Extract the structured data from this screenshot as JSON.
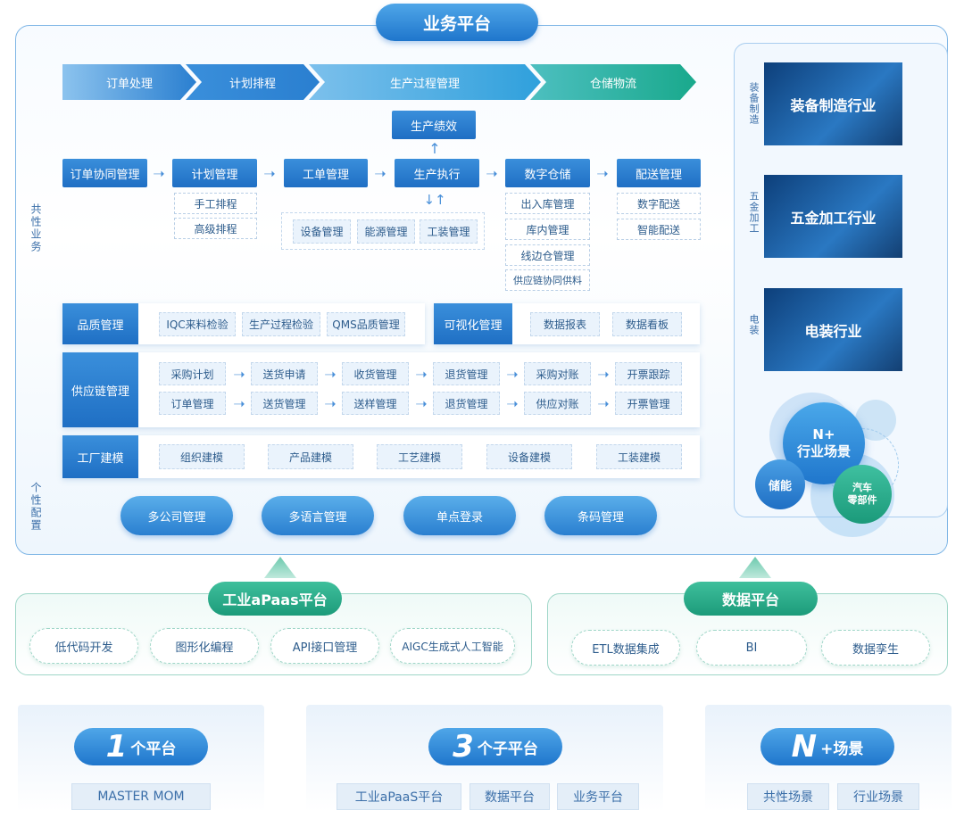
{
  "title": "业务平台",
  "flow_steps": [
    "订单处理",
    "计划排程",
    "生产过程管理",
    "仓储物流"
  ],
  "performance": "生产绩效",
  "main_chain": [
    "订单协同管理",
    "计划管理",
    "工单管理",
    "生产执行",
    "数字仓储",
    "配送管理"
  ],
  "plan_subs": [
    "手工排程",
    "高级排程"
  ],
  "exec_subs": [
    "设备管理",
    "能源管理",
    "工装管理"
  ],
  "warehouse_subs": [
    "出入库管理",
    "库内管理",
    "线边仓管理",
    "供应链协同供料"
  ],
  "delivery_subs": [
    "数字配送",
    "智能配送"
  ],
  "side_labels": {
    "common": "共性业务",
    "personal": "个性配置"
  },
  "quality": {
    "label": "品质管理",
    "items": [
      "IQC来料检验",
      "生产过程检验",
      "QMS品质管理"
    ]
  },
  "visual": {
    "label": "可视化管理",
    "items": [
      "数据报表",
      "数据看板"
    ]
  },
  "supply": {
    "label": "供应链管理",
    "row1": [
      "采购计划",
      "送货申请",
      "收货管理",
      "退货管理",
      "采购对账",
      "开票跟踪"
    ],
    "row2": [
      "订单管理",
      "送货管理",
      "送样管理",
      "退货管理",
      "供应对账",
      "开票管理"
    ]
  },
  "modeling": {
    "label": "工厂建模",
    "items": [
      "组织建模",
      "产品建模",
      "工艺建模",
      "设备建模",
      "工装建模"
    ]
  },
  "config_pills": [
    "多公司管理",
    "多语言管理",
    "单点登录",
    "条码管理"
  ],
  "industries": [
    {
      "side": "装备制造",
      "name": "装备制造行业"
    },
    {
      "side": "五金加工",
      "name": "五金加工行业"
    },
    {
      "side": "电装",
      "name": "电装行业"
    }
  ],
  "bubbles": {
    "main": "N+\n行业场景",
    "left": "储能",
    "right": "汽车\n零部件"
  },
  "apaas": {
    "title": "工业aPaas平台",
    "items": [
      "低代码开发",
      "图形化编程",
      "API接口管理",
      "AIGC生成式人工智能"
    ]
  },
  "data_platform": {
    "title": "数据平台",
    "items": [
      "ETL数据集成",
      "BI",
      "数据孪生"
    ]
  },
  "bottom": [
    {
      "num": "1",
      "suffix": "个平台",
      "tags": [
        "MASTER MOM"
      ]
    },
    {
      "num": "3",
      "suffix": "个子平台",
      "tags": [
        "工业aPaaS平台",
        "数据平台",
        "业务平台"
      ]
    },
    {
      "num": "N",
      "suffix": "+场景",
      "tags": [
        "共性场景",
        "行业场景"
      ]
    }
  ],
  "colors": {
    "primary": "#1f76cc",
    "green": "#1c9b7a",
    "teal": "#19a98c"
  }
}
